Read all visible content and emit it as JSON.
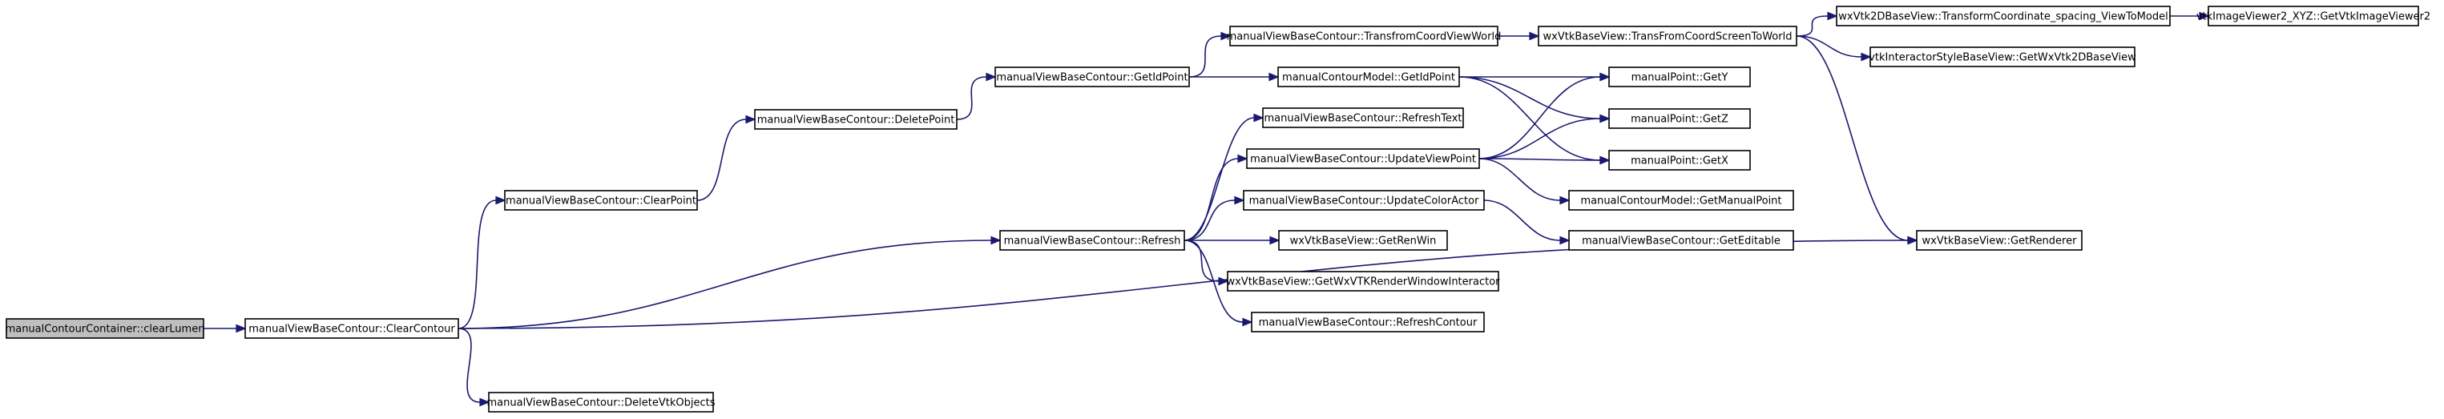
{
  "nodes": [
    {
      "id": "n0",
      "label": "manualContourContainer::clearLumen",
      "root": true
    },
    {
      "id": "n1",
      "label": "manualViewBaseContour::ClearContour"
    },
    {
      "id": "n2",
      "label": "manualViewBaseContour::ClearPoint"
    },
    {
      "id": "n3",
      "label": "manualViewBaseContour::DeletePoint"
    },
    {
      "id": "n4",
      "label": "manualViewBaseContour::GetIdPoint"
    },
    {
      "id": "n5",
      "label": "manualViewBaseContour::TransfromCoordViewWorld"
    },
    {
      "id": "n6",
      "label": "wxVtkBaseView::TransFromCoordScreenToWorld"
    },
    {
      "id": "n7",
      "label": "wxVtk2DBaseView::TransformCoordinate_spacing_ViewToModel"
    },
    {
      "id": "n8",
      "label": "vtkImageViewer2_XYZ::GetVtkImageViewer2"
    },
    {
      "id": "n9",
      "label": "vtkInteractorStyleBaseView::GetWxVtk2DBaseView"
    },
    {
      "id": "n10",
      "label": "manualContourModel::GetIdPoint"
    },
    {
      "id": "n11",
      "label": "manualPoint::GetY"
    },
    {
      "id": "n12",
      "label": "manualPoint::GetZ"
    },
    {
      "id": "n13",
      "label": "manualPoint::GetX"
    },
    {
      "id": "n14",
      "label": "manualViewBaseContour::Refresh"
    },
    {
      "id": "n15",
      "label": "manualViewBaseContour::RefreshText"
    },
    {
      "id": "n16",
      "label": "manualViewBaseContour::UpdateViewPoint"
    },
    {
      "id": "n17",
      "label": "manualContourModel::GetManualPoint"
    },
    {
      "id": "n18",
      "label": "manualViewBaseContour::UpdateColorActor"
    },
    {
      "id": "n19",
      "label": "manualViewBaseContour::GetEditable"
    },
    {
      "id": "n20",
      "label": "wxVtkBaseView::GetRenWin"
    },
    {
      "id": "n21",
      "label": "wxVtkBaseView::GetWxVTKRenderWindowInteractor"
    },
    {
      "id": "n22",
      "label": "manualViewBaseContour::RefreshContour"
    },
    {
      "id": "n23",
      "label": "wxVtkBaseView::GetRenderer"
    },
    {
      "id": "n24",
      "label": "manualViewBaseContour::DeleteVtkObjects"
    }
  ],
  "edges": [
    {
      "from": "n0",
      "to": "n1"
    },
    {
      "from": "n1",
      "to": "n2"
    },
    {
      "from": "n1",
      "to": "n14"
    },
    {
      "from": "n1",
      "to": "n23"
    },
    {
      "from": "n1",
      "to": "n24"
    },
    {
      "from": "n2",
      "to": "n3"
    },
    {
      "from": "n3",
      "to": "n4"
    },
    {
      "from": "n4",
      "to": "n5"
    },
    {
      "from": "n4",
      "to": "n10"
    },
    {
      "from": "n5",
      "to": "n6"
    },
    {
      "from": "n6",
      "to": "n7"
    },
    {
      "from": "n6",
      "to": "n9"
    },
    {
      "from": "n6",
      "to": "n23"
    },
    {
      "from": "n7",
      "to": "n8"
    },
    {
      "from": "n10",
      "to": "n11"
    },
    {
      "from": "n10",
      "to": "n12"
    },
    {
      "from": "n10",
      "to": "n13"
    },
    {
      "from": "n14",
      "to": "n15"
    },
    {
      "from": "n14",
      "to": "n16"
    },
    {
      "from": "n14",
      "to": "n18"
    },
    {
      "from": "n14",
      "to": "n20"
    },
    {
      "from": "n14",
      "to": "n21"
    },
    {
      "from": "n14",
      "to": "n22"
    },
    {
      "from": "n16",
      "to": "n11"
    },
    {
      "from": "n16",
      "to": "n12"
    },
    {
      "from": "n16",
      "to": "n13"
    },
    {
      "from": "n16",
      "to": "n17"
    },
    {
      "from": "n18",
      "to": "n19"
    }
  ]
}
